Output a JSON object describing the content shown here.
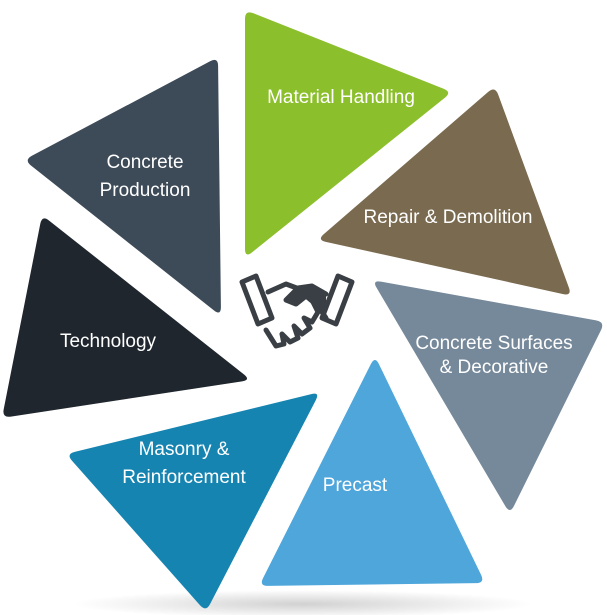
{
  "segments": [
    {
      "id": "material-handling",
      "label_lines": [
        "Material Handling"
      ],
      "color": "#8bbf2c"
    },
    {
      "id": "repair-demolition",
      "label_lines": [
        "Repair & Demolition"
      ],
      "color": "#7a6a4f"
    },
    {
      "id": "concrete-surfaces-decorative",
      "label_lines": [
        "Concrete Surfaces",
        "& Decorative"
      ],
      "color": "#76899a"
    },
    {
      "id": "precast",
      "label_lines": [
        "Precast"
      ],
      "color": "#4ea6db"
    },
    {
      "id": "masonry-reinforcement",
      "label_lines": [
        "Masonry &",
        "Reinforcement"
      ],
      "color": "#1684b1"
    },
    {
      "id": "technology",
      "label_lines": [
        "Technology"
      ],
      "color": "#1f262d"
    },
    {
      "id": "concrete-production",
      "label_lines": [
        "Concrete",
        "Production"
      ],
      "color": "#3d4a58"
    }
  ],
  "center_icon": {
    "name": "handshake-icon",
    "color": "#3a3f45"
  }
}
